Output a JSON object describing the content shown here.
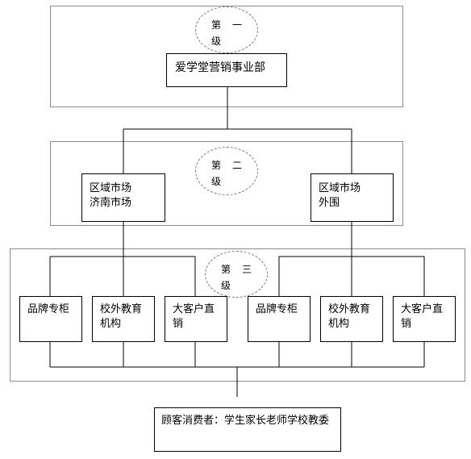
{
  "levels": {
    "first": {
      "line1": "第一",
      "line2": "级"
    },
    "second": {
      "line1": "第二",
      "line2": "级"
    },
    "third": {
      "line1": "第三",
      "line2": "级"
    }
  },
  "top_node": {
    "label": "爱学堂营销事业部"
  },
  "regional": [
    {
      "line1": "区域市场",
      "line2": "济南市场"
    },
    {
      "line1": "区域市场",
      "line2": "外围"
    }
  ],
  "channels": [
    {
      "line1": "品牌专柜",
      "line2": ""
    },
    {
      "line1": "校外教育",
      "line2": "机构"
    },
    {
      "line1": "大客户直",
      "line2": "销"
    },
    {
      "line1": "品牌专柜",
      "line2": ""
    },
    {
      "line1": "校外教育",
      "line2": "机构"
    },
    {
      "line1": "大客户直",
      "line2": "销"
    }
  ],
  "customer": {
    "label": "顾客消费者：学生家长老师学校教委"
  }
}
